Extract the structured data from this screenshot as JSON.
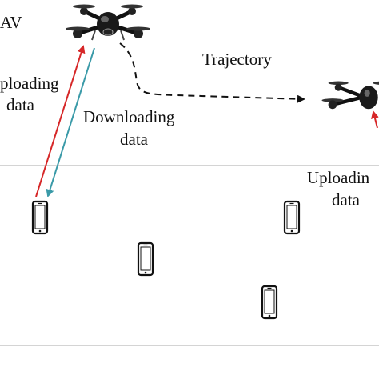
{
  "labels": {
    "uav_title": "AV",
    "uploading_left_line1": "ploading",
    "uploading_left_line2": "data",
    "downloading_line1": "Downloading",
    "downloading_line2": "data",
    "trajectory": "Trajectory",
    "uploading_right_line1": "Uploadin",
    "uploading_right_line2": "data"
  },
  "colors": {
    "upload_arrow": "#d62728",
    "download_arrow": "#3a9aa8",
    "trajectory": "#111111",
    "boundary": "#bbbbbb",
    "device": "#111111"
  },
  "icons": [
    "uav-icon",
    "smartphone-icon"
  ]
}
